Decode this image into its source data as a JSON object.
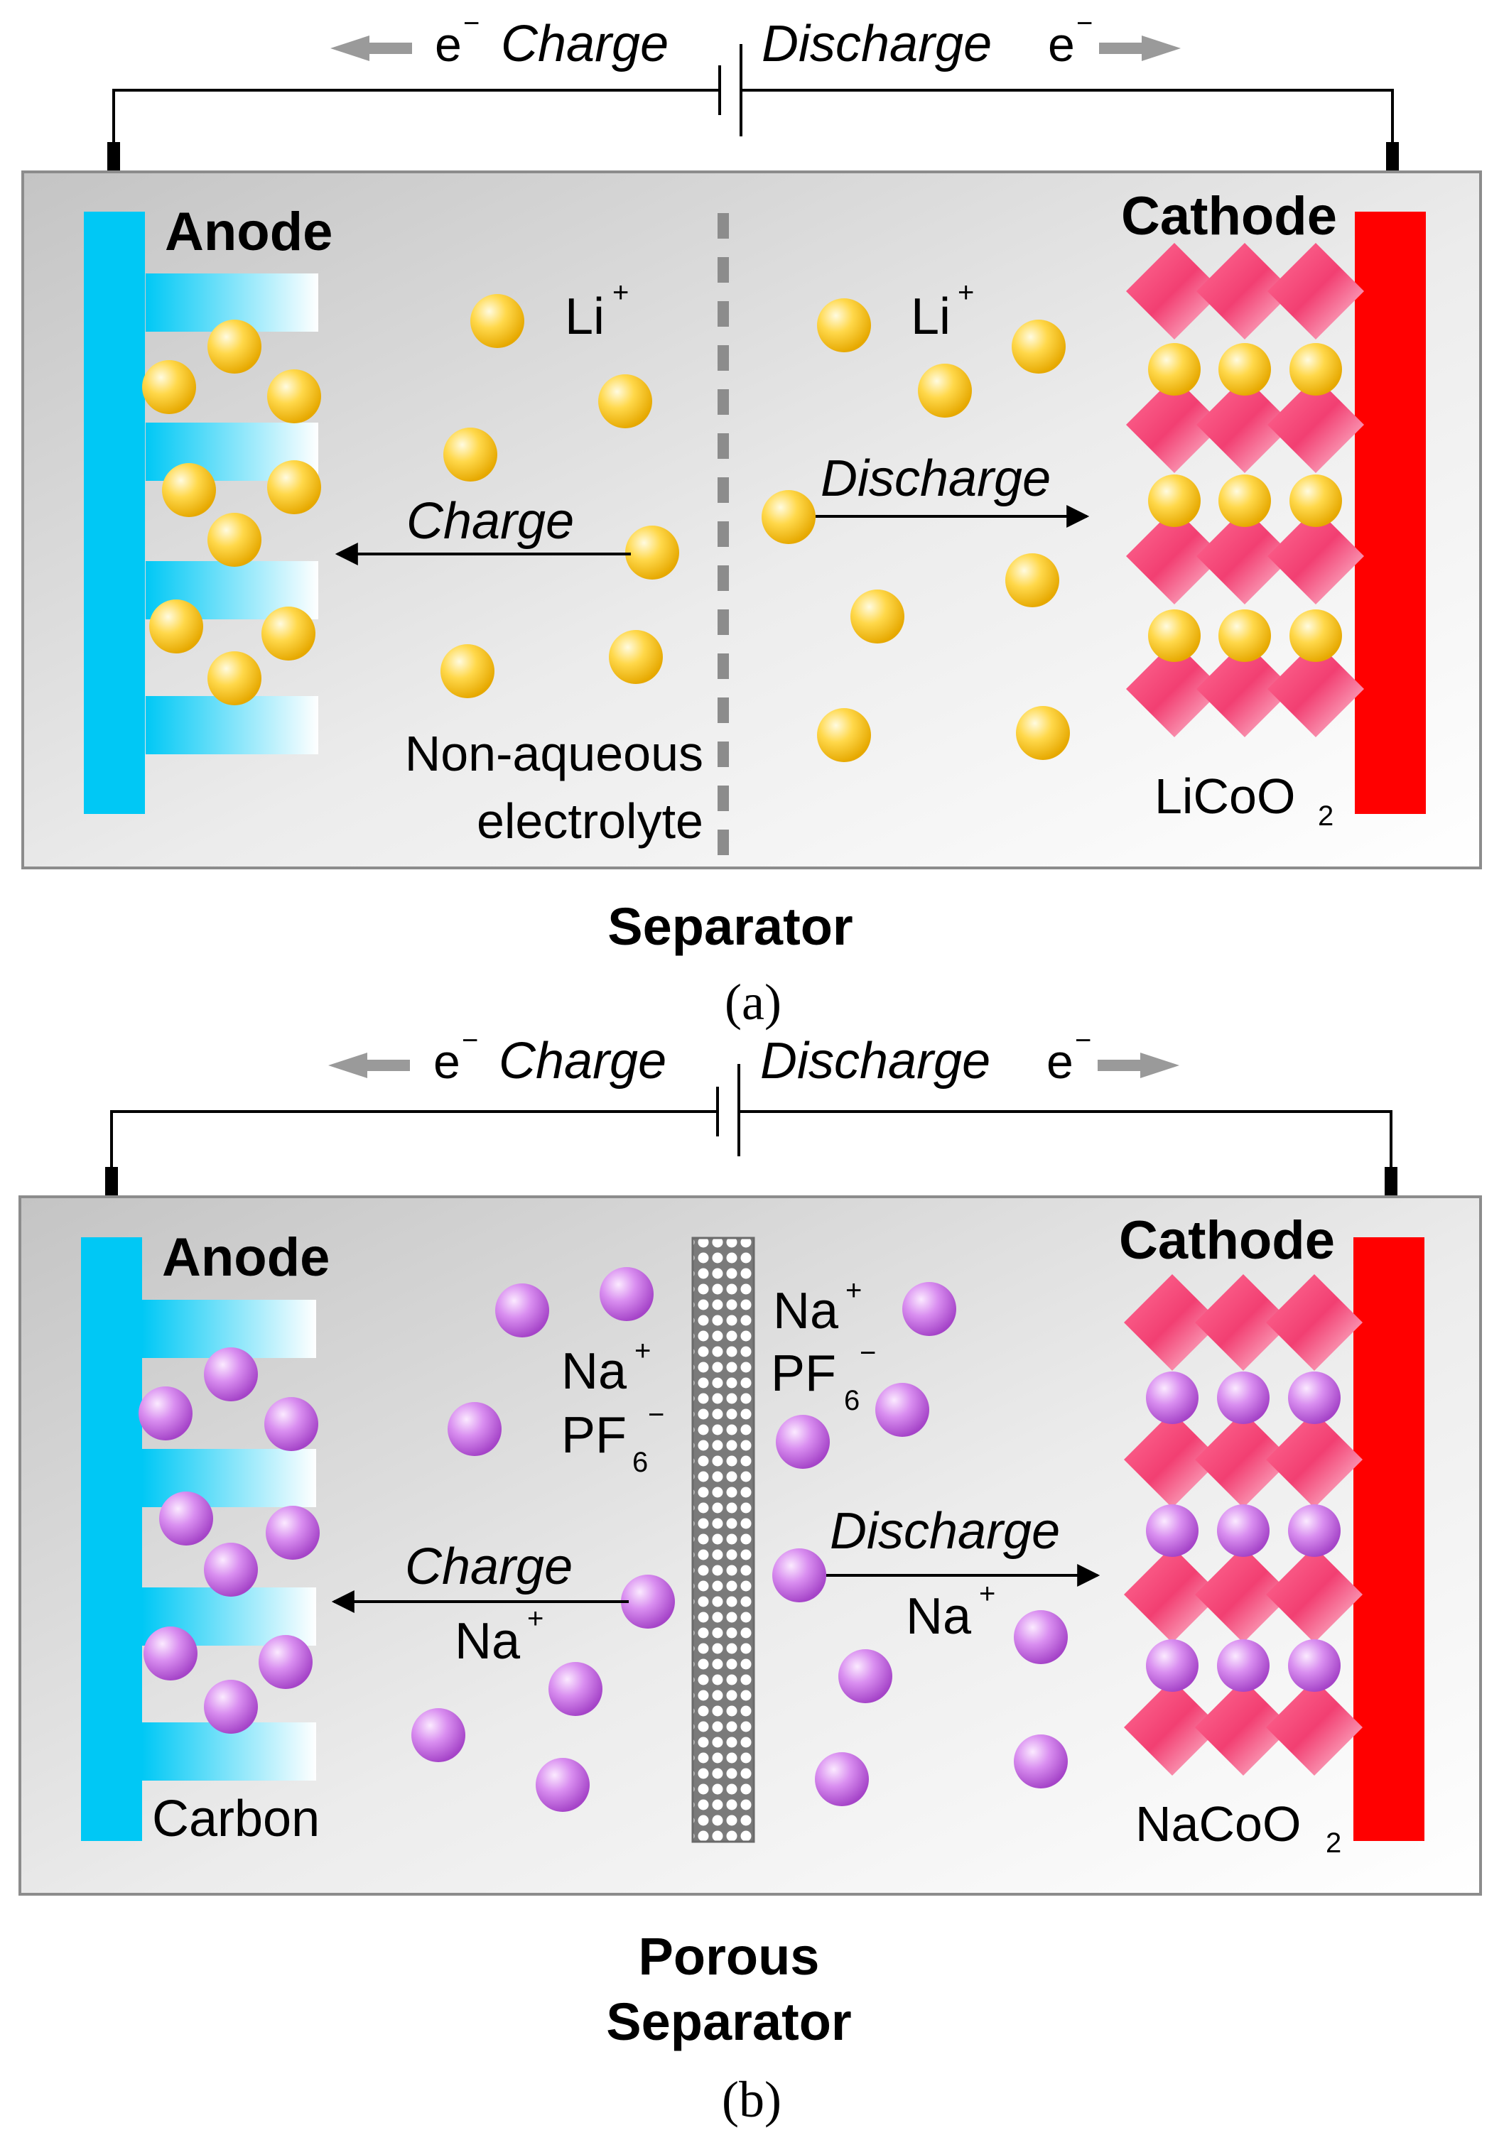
{
  "panel_a": {
    "top_charge": "Charge",
    "top_discharge": "Discharge",
    "electron": "e",
    "minus": "−",
    "anode": "Anode",
    "cathode": "Cathode",
    "ion_left": "Li",
    "ion_right": "Li",
    "plus": "+",
    "flow_charge": "Charge",
    "flow_discharge": "Discharge",
    "electrolyte_line1": "Non-aqueous",
    "electrolyte_line2": "electrolyte",
    "cathode_material": "LiCoO",
    "cathode_sub": "2",
    "separator": "Separator",
    "caption": "(a)"
  },
  "panel_b": {
    "top_charge": "Charge",
    "top_discharge": "Discharge",
    "electron": "e",
    "minus": "−",
    "anode": "Anode",
    "cathode": "Cathode",
    "ion_left": "Na",
    "anion_left": "PF",
    "ion_right": "Na",
    "anion_right": "PF",
    "anion_sub": "6",
    "plus": "+",
    "flow_charge": "Charge",
    "flow_charge_ion": "Na",
    "flow_discharge": "Discharge",
    "flow_discharge_ion": "Na",
    "anode_material": "Carbon",
    "cathode_material": "NaCoO",
    "cathode_sub": "2",
    "separator_line1": "Porous",
    "separator_line2": "Separator",
    "caption": "(b)"
  },
  "colors": {
    "anode": "#00c8f5",
    "cathode": "#ff0000",
    "li_ion": "#f5c400",
    "na_ion": "#c870e0",
    "crystal": "#f04a7a",
    "separator": "#8c8c8c"
  }
}
